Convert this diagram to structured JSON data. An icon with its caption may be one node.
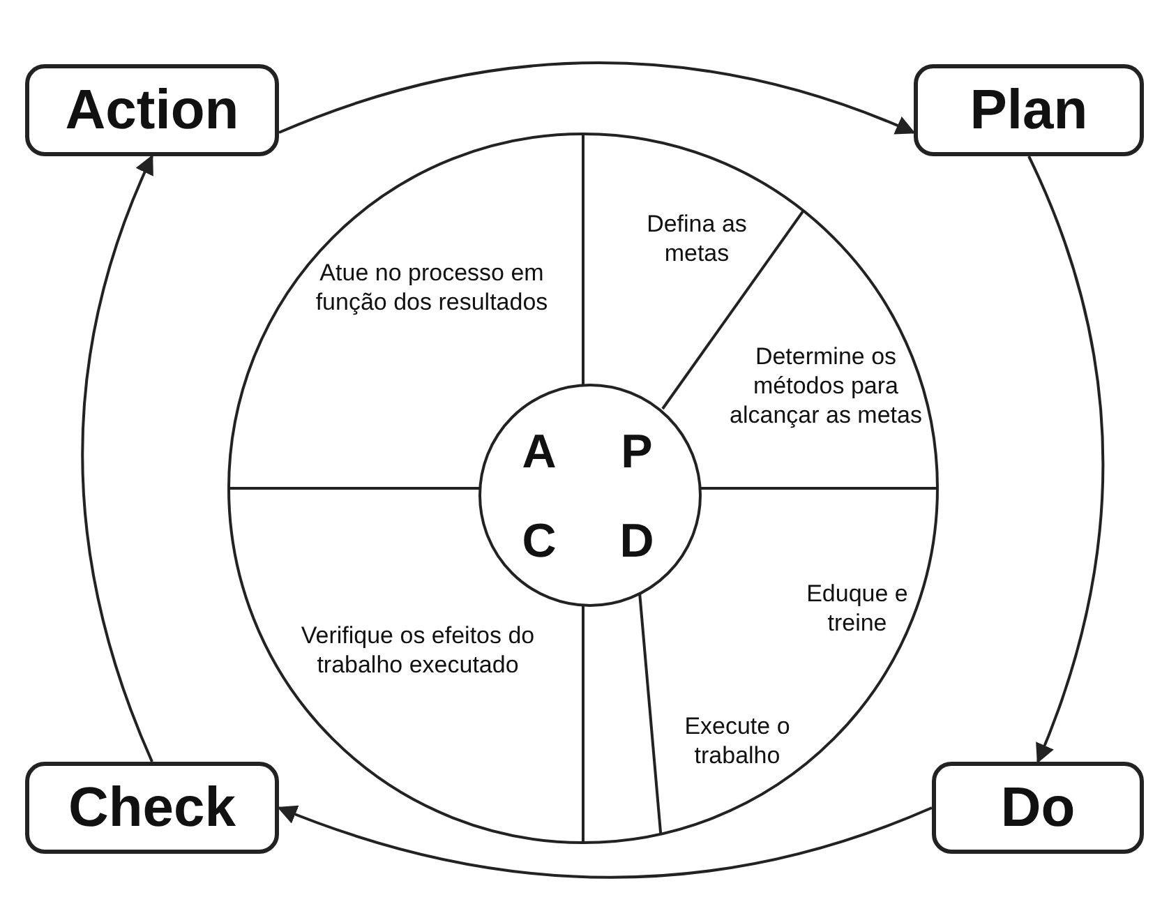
{
  "diagram": {
    "nodes": [
      {
        "text": [
          "Action"
        ]
      },
      {
        "text": [
          "Plan"
        ]
      },
      {
        "text": [
          "Do"
        ]
      },
      {
        "text": [
          "Check"
        ]
      },
      {
        "text": [],
        "shape": "circle"
      },
      {
        "text": [
          "Defina as metas"
        ],
        "in": 4
      },
      {
        "text": [
          "Determine os métodos para alcançar as metas"
        ],
        "in": 4
      },
      {
        "text": [
          "Eduque e treine"
        ],
        "in": 4
      },
      {
        "text": [
          "Execute o trabalho"
        ],
        "in": 4
      },
      {
        "text": [
          "Verifique os efeitos do trabalho executado"
        ],
        "in": 4
      },
      {
        "text": [
          "Atue no processo em função dos resultados"
        ],
        "in": 4
      },
      {
        "text": [
          "A",
          "P",
          "C",
          "D"
        ],
        "in": 4
      }
    ],
    "edges": [
      {
        "from": 0,
        "to": 1,
        "arrow": "to"
      },
      {
        "from": 1,
        "to": 2,
        "arrow": "to"
      },
      {
        "from": 2,
        "to": 3,
        "arrow": "to"
      },
      {
        "from": 3,
        "to": 0,
        "arrow": "to"
      }
    ]
  }
}
